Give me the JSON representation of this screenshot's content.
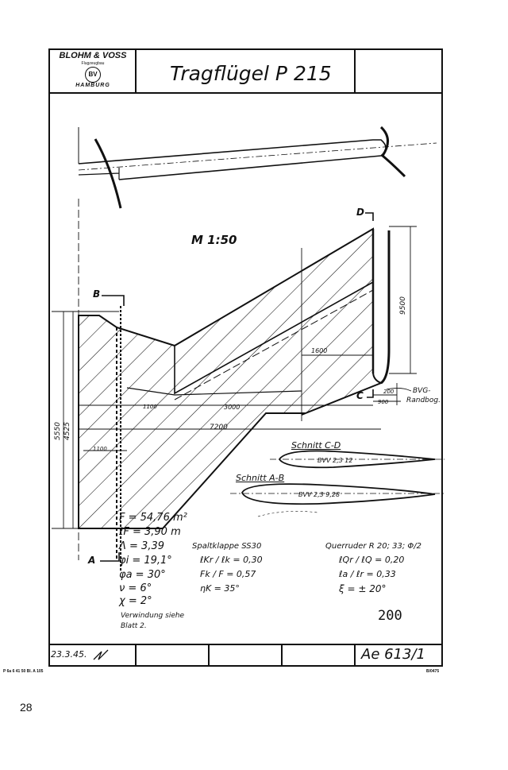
{
  "header": {
    "firm_name": "BLOHM & VOSS",
    "firm_sub": "Flugzeugbau",
    "firm_logo": "BV",
    "firm_city": "HAMBURG",
    "title": "Tragflügel P 215"
  },
  "drawing": {
    "scale": "M 1:50",
    "dims": {
      "d9500": "9500",
      "d1600": "1600",
      "d200": "200",
      "d900": "900",
      "d1100_top": "1100",
      "d3000": "3000",
      "d7200": "7200",
      "d1100_left": "1100",
      "d5550": "5550",
      "d4525": "4525"
    },
    "section_labels": {
      "b": "B",
      "a": "A",
      "c": "C",
      "d": "D"
    },
    "bvg_label_1": "BVG-",
    "bvg_label_2": "Randbog.",
    "schnitt_cd": "Schnitt C-D",
    "schnitt_ab": "Schnitt A-B",
    "profile_cd": "BVV 2,3 12",
    "profile_ab": "BVV 2,3 9,28"
  },
  "specs": {
    "F": "F = 54,76 m²",
    "lF": "ℓF = 3,90 m",
    "lambda": "Λ = 3,39",
    "phi_i": "φi = 19,1°",
    "phi_a": "φa = 30°",
    "nu": "ν = 6°",
    "kappa": "χ = 2°",
    "spaltklappe": "Spaltklappe SS30",
    "lkr": "ℓKr / ℓk = 0,30",
    "fk": "Fk / F = 0,57",
    "eta": "ηK = 35°",
    "quer": "Querruder R 20; 33; Φ/2",
    "lqr": "ℓQr / ℓQ = 0,20",
    "la": "ℓa / ℓr = 0,33",
    "xi": "ξ = ± 20°",
    "twist_1": "Verwindung siehe",
    "twist_2": "Blatt 2.",
    "stamp": "200"
  },
  "footer": {
    "date": "23.3.45.",
    "drawing_no": "Ae 613/1"
  },
  "page": {
    "print_code": "P 6a  6 41  50 Bl. A 105",
    "print_code_right": "B/0475",
    "page_number": "28"
  }
}
